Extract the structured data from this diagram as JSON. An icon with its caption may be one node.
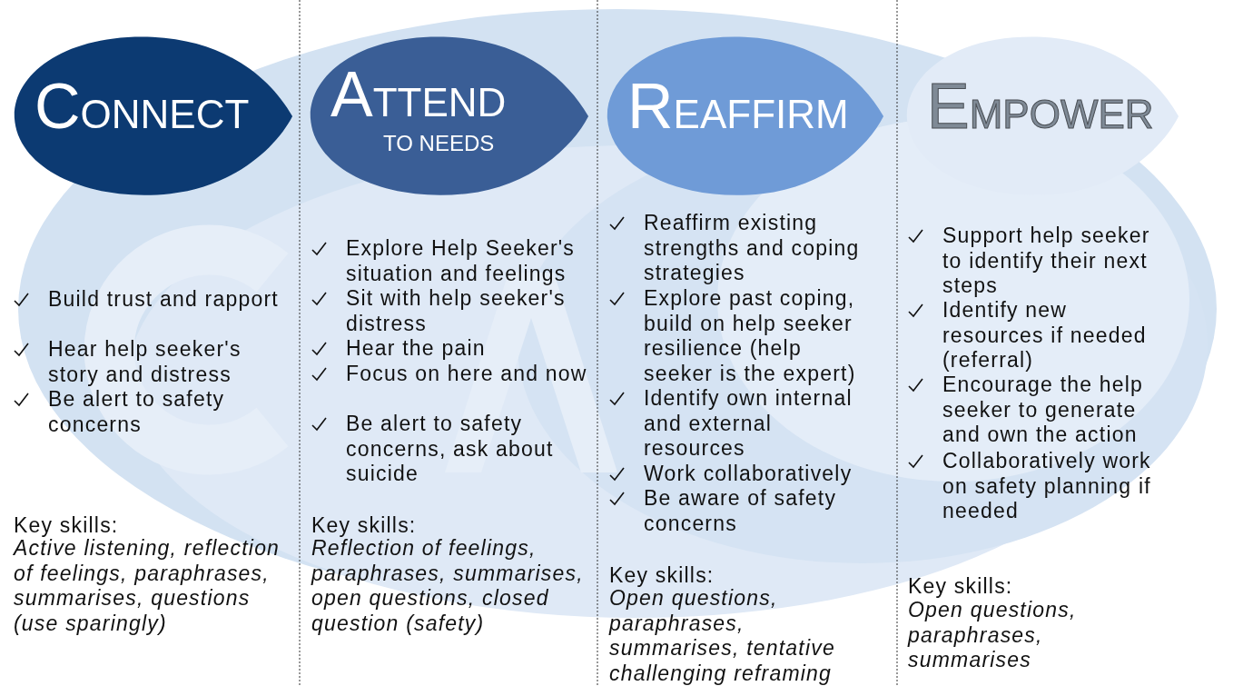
{
  "diagram": {
    "nodes": [
      {
        "text": [
          "CONNECT"
        ]
      },
      {
        "text": [
          "ATTEND",
          "TO NEEDS"
        ]
      },
      {
        "text": [
          "REAFFIRM"
        ]
      },
      {
        "text": [
          "EMPOWER"
        ]
      }
    ],
    "labels": [
      "Build trust and rapport",
      "Hear help seeker's story and distress",
      "Be alert to safety concerns",
      "Key skills:",
      "Active listening, reflection of feelings, paraphrases, summarises, questions (use sparingly)",
      "Explore Help Seeker's situation and feelings",
      "Sit with help seeker's distress",
      "Hear the pain",
      "Focus on here and now",
      "Be alert to safety concerns, ask about suicide",
      "Key skills:",
      "Reflection of feelings, paraphrases, summarises, open questions, closed question (safety)",
      "Reaffirm existing strengths and coping strategies",
      "Explore past coping, build on help seeker resilience (help seeker is the expert)",
      "Identify own internal and external resources",
      "Work collaboratively",
      "Be aware of safety concerns",
      "Key skills:",
      "Open questions, paraphrases, summarises, tentative challenging reframing",
      "Support help seeker to identify their next steps",
      "Identify new resources if needed (referral)",
      "Encourage the help seeker to generate and own the action",
      "Collaboratively work on safety planning if needed",
      "Key skills:",
      "Open questions, paraphrases, summarises"
    ]
  }
}
